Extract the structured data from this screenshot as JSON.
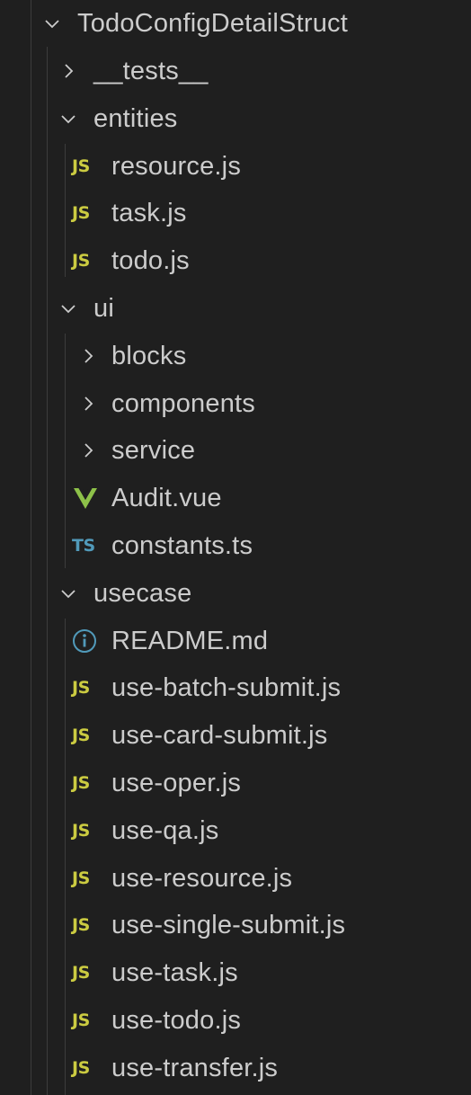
{
  "explorer": {
    "root": {
      "label": "TodoConfigDetailStruct",
      "expanded": true
    },
    "tests": {
      "label": "__tests__",
      "expanded": false
    },
    "entities": {
      "label": "entities",
      "expanded": true,
      "files": [
        {
          "label": "resource.js",
          "icon": "js-file-icon",
          "badge": "JS"
        },
        {
          "label": "task.js",
          "icon": "js-file-icon",
          "badge": "JS"
        },
        {
          "label": "todo.js",
          "icon": "js-file-icon",
          "badge": "JS"
        }
      ]
    },
    "ui": {
      "label": "ui",
      "expanded": true,
      "folders": [
        {
          "label": "blocks",
          "expanded": false
        },
        {
          "label": "components",
          "expanded": false
        },
        {
          "label": "service",
          "expanded": false
        }
      ],
      "files": [
        {
          "label": "Audit.vue",
          "icon": "vue-file-icon"
        },
        {
          "label": "constants.ts",
          "icon": "ts-file-icon",
          "badge": "TS"
        }
      ]
    },
    "usecase": {
      "label": "usecase",
      "expanded": true,
      "files": [
        {
          "label": "README.md",
          "icon": "info-icon"
        },
        {
          "label": "use-batch-submit.js",
          "icon": "js-file-icon",
          "badge": "JS"
        },
        {
          "label": "use-card-submit.js",
          "icon": "js-file-icon",
          "badge": "JS"
        },
        {
          "label": "use-oper.js",
          "icon": "js-file-icon",
          "badge": "JS"
        },
        {
          "label": "use-qa.js",
          "icon": "js-file-icon",
          "badge": "JS"
        },
        {
          "label": "use-resource.js",
          "icon": "js-file-icon",
          "badge": "JS"
        },
        {
          "label": "use-single-submit.js",
          "icon": "js-file-icon",
          "badge": "JS"
        },
        {
          "label": "use-task.js",
          "icon": "js-file-icon",
          "badge": "JS"
        },
        {
          "label": "use-todo.js",
          "icon": "js-file-icon",
          "badge": "JS"
        },
        {
          "label": "use-transfer.js",
          "icon": "js-file-icon",
          "badge": "JS"
        }
      ]
    }
  },
  "colors": {
    "background": "#1f1f1f",
    "text": "#cccccc",
    "indent_guide": "#3c3c3c",
    "js_badge": "#cbcb41",
    "ts_badge": "#519aba",
    "vue_icon": "#8dc149",
    "info_icon": "#519aba"
  }
}
